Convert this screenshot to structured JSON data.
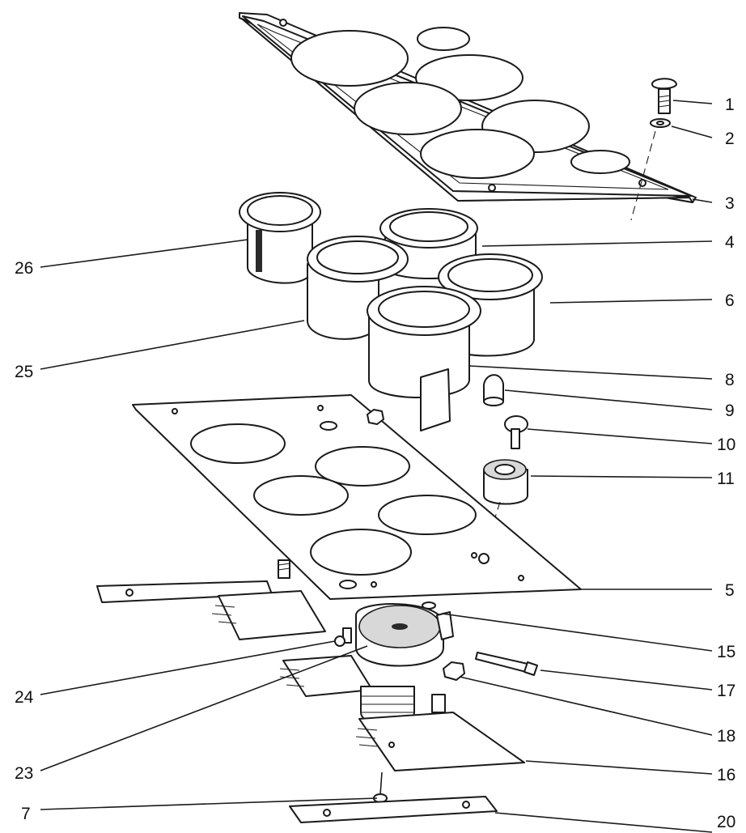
{
  "callouts": [
    {
      "id": "1",
      "label": "1"
    },
    {
      "id": "2",
      "label": "2"
    },
    {
      "id": "3",
      "label": "3"
    },
    {
      "id": "4",
      "label": "4"
    },
    {
      "id": "6",
      "label": "6"
    },
    {
      "id": "8",
      "label": "8"
    },
    {
      "id": "9",
      "label": "9"
    },
    {
      "id": "10",
      "label": "10"
    },
    {
      "id": "11",
      "label": "11"
    },
    {
      "id": "5",
      "label": "5"
    },
    {
      "id": "15",
      "label": "15"
    },
    {
      "id": "17",
      "label": "17"
    },
    {
      "id": "18",
      "label": "18"
    },
    {
      "id": "16",
      "label": "16"
    },
    {
      "id": "20",
      "label": "20"
    },
    {
      "id": "26",
      "label": "26"
    },
    {
      "id": "25",
      "label": "25"
    },
    {
      "id": "24",
      "label": "24"
    },
    {
      "id": "23",
      "label": "23"
    },
    {
      "id": "7",
      "label": "7"
    }
  ]
}
